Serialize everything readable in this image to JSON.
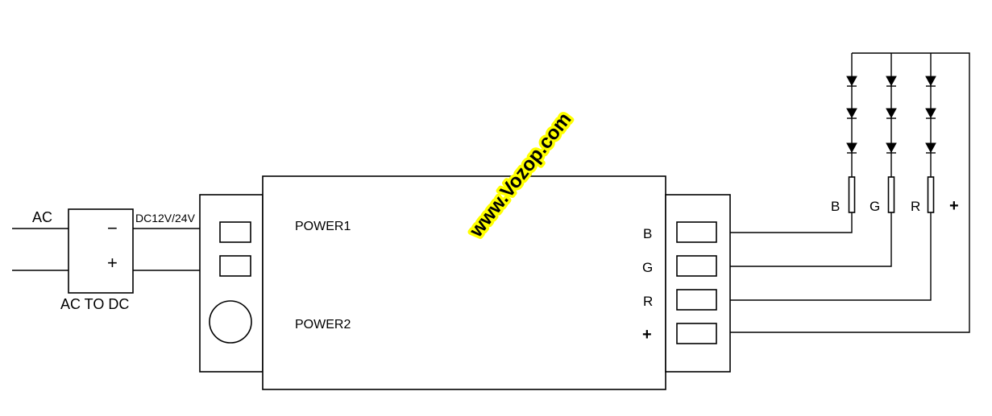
{
  "input": {
    "ac_label": "AC",
    "dc_voltage_label": "DC12V/24V",
    "psu_minus": "−",
    "psu_plus": "+",
    "psu_caption": "AC TO DC"
  },
  "controller": {
    "power1_label": "POWER1",
    "power2_label": "POWER2",
    "outputs": [
      "B",
      "G",
      "R",
      "+"
    ]
  },
  "led_strip": {
    "channels": [
      "B",
      "G",
      "R"
    ],
    "common_label": "+"
  },
  "watermark": "www.Vozop.com",
  "colors": {
    "line": "#000000",
    "watermark_highlight": "#ffff00"
  }
}
